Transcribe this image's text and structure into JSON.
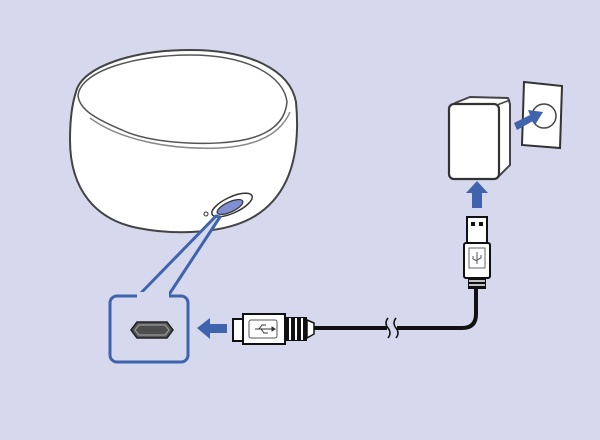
{
  "colors": {
    "background": "#d6d8ee",
    "accent_blue": "#3f63ad",
    "outline": "#333333",
    "device_white": "#ffffff",
    "port_dark": "#4d4d4d"
  },
  "icons": [
    "charging-case",
    "micro-usb-port-callout",
    "micro-usb-plug",
    "usb-a-plug",
    "power-adapter",
    "wall-outlet",
    "arrow"
  ]
}
